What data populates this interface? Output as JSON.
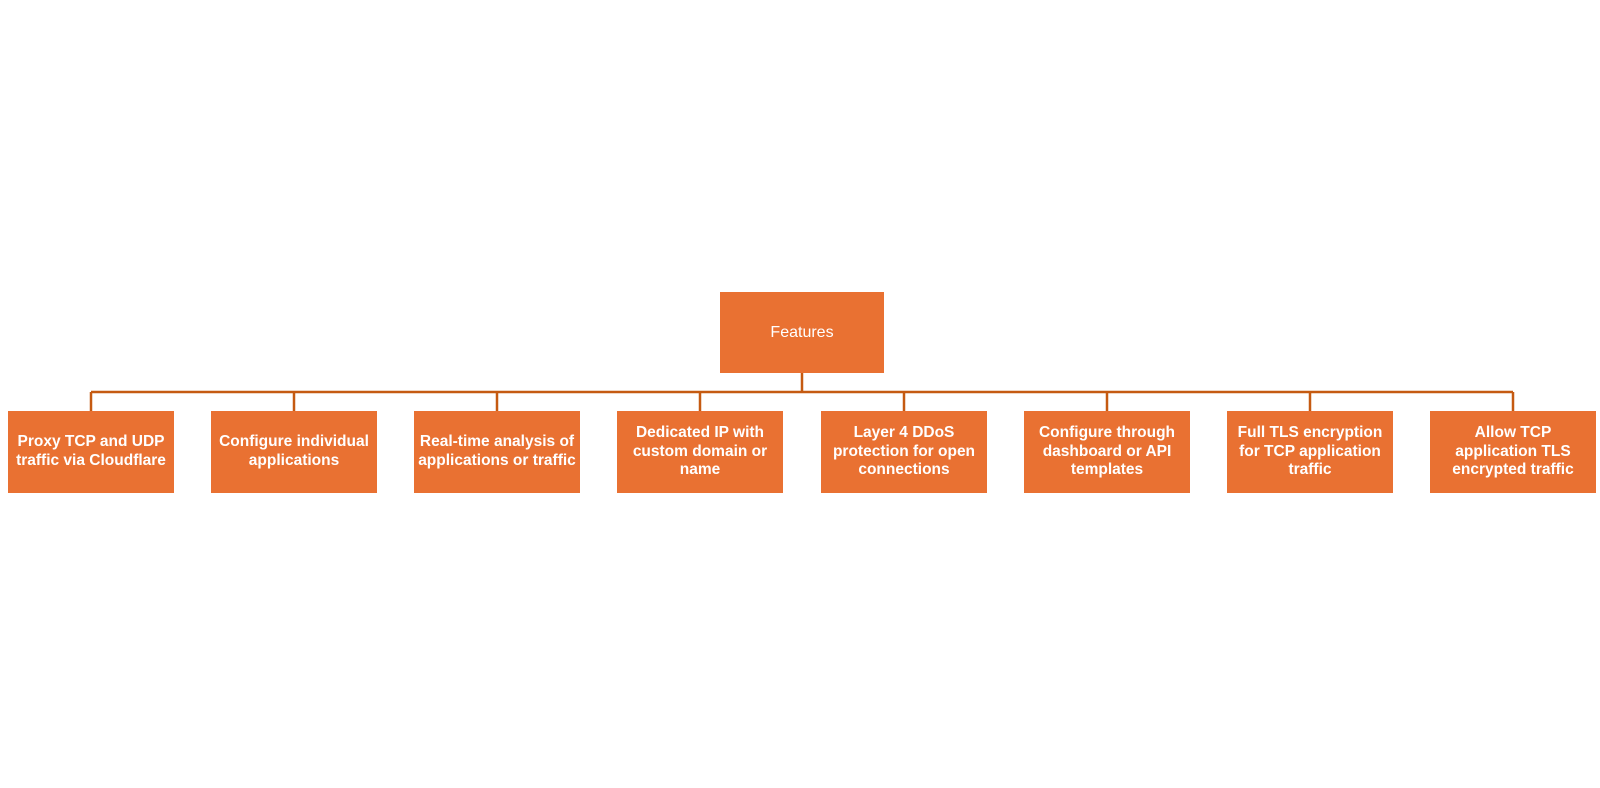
{
  "diagram": {
    "root": {
      "label": "Features"
    },
    "children": [
      {
        "label": "Proxy TCP and UDP traffic via Cloudflare"
      },
      {
        "label": "Configure individual applications"
      },
      {
        "label": "Real-time analysis of applications or traffic"
      },
      {
        "label": "Dedicated IP with custom domain or name"
      },
      {
        "label": "Layer 4 DDoS protection for open connections"
      },
      {
        "label": "Configure through dashboard or API templates"
      },
      {
        "label": "Full TLS encryption for TCP application traffic"
      },
      {
        "label": "Allow TCP application TLS encrypted traffic"
      }
    ],
    "colors": {
      "node_fill": "#e97132",
      "node_text": "#ffffff",
      "connector": "#c55a11"
    }
  }
}
